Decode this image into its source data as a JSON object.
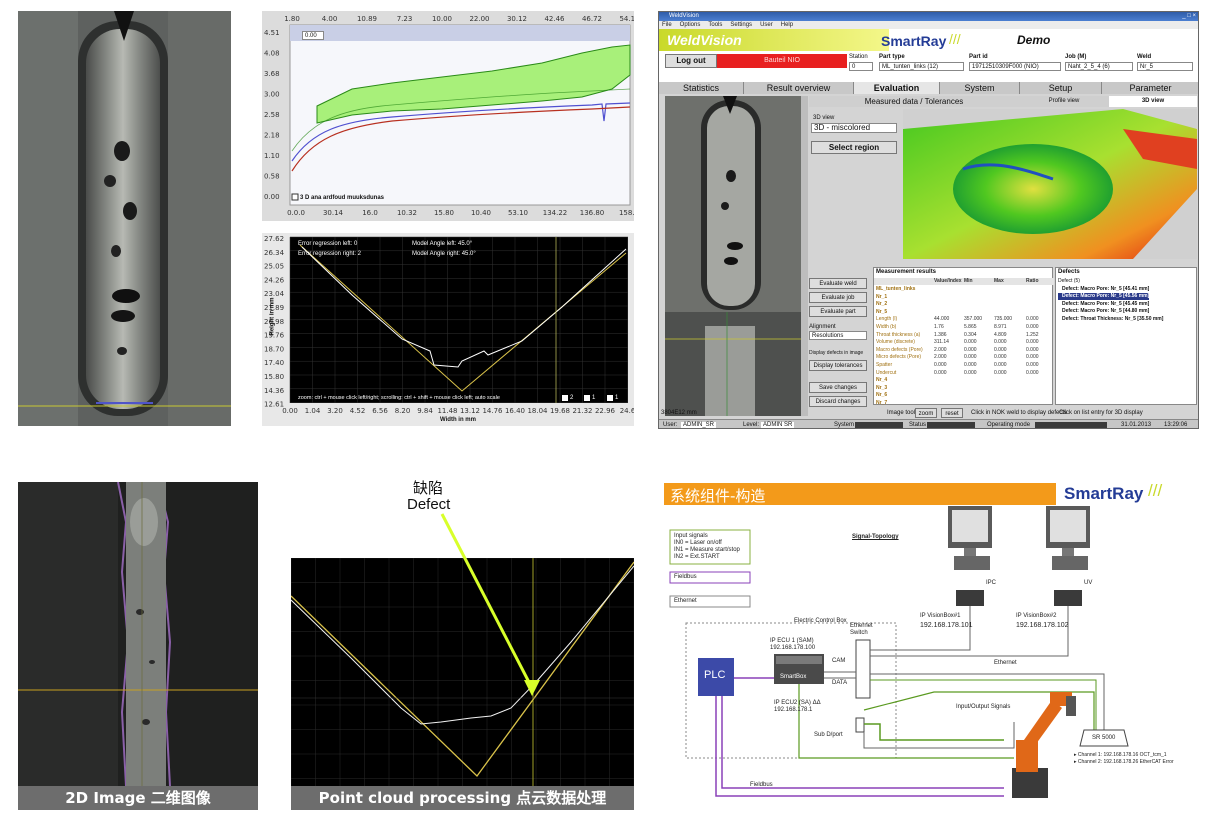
{
  "panel1": {},
  "panel2": {
    "top_ticks": [
      "1.80",
      "4.00",
      "10.89",
      "7.23",
      "10.00",
      "22.00",
      "30.12",
      "42.46",
      "46.72",
      "54.11"
    ],
    "left_ticks": [
      "4.51",
      "4.08",
      "3.68",
      "3.00",
      "2.58",
      "2.18",
      "1.10",
      "0.58",
      "0.00"
    ],
    "bottom_ticks": [
      "0.0.0",
      "30.14",
      "16.0",
      "10.32",
      "15.80",
      "10.40",
      "53.10",
      "134.22",
      "136.80",
      "158.0"
    ],
    "chart_field": "0.00",
    "legend_text": "3 D    ana ardfoud muuksdunas"
  },
  "panel3": {
    "y_ticks": [
      "27.62",
      "26.34",
      "25.05",
      "24.26",
      "23.04",
      "21.89",
      "20.98",
      "19.76",
      "18.70",
      "17.40",
      "15.80",
      "14.36",
      "12.61"
    ],
    "x_ticks": [
      "0.00",
      "1.04",
      "3.20",
      "4.52",
      "6.56",
      "8.20",
      "9.84",
      "11.48",
      "13.12",
      "14.76",
      "16.40",
      "18.04",
      "19.68",
      "21.32",
      "22.96",
      "24.6"
    ],
    "ylabel": "Height in mm",
    "xlabel": "Width in mm",
    "reg_left": "Error regression left: 0",
    "reg_right": "Error regression right: 2",
    "angle_left": "Model Angle left: 45.0°",
    "angle_right": "Model Angle right: 45.0°",
    "help_text": "zoom: ctrl + mouse click left/right; scrolling: ctrl + shift + mouse click left; auto scale",
    "legend": [
      "2",
      "1",
      "1"
    ]
  },
  "panel4": {
    "window_title": "WeldVision",
    "menu": [
      "File",
      "Options",
      "Tools",
      "Settings",
      "User",
      "Help"
    ],
    "brand": "WeldVision",
    "logo": "SmartRay",
    "demo": "Demo",
    "logout": "Log out",
    "status_label": "Bauteil NIO",
    "labels": {
      "station": "Station",
      "part_type": "Part type",
      "part_id": "Part id",
      "job": "Job (M)",
      "weld": "Weld"
    },
    "values": {
      "station": "0",
      "part_type": "ML_tunten_links (12)",
      "part_id": "19712510309F000 (NIO)",
      "job": "Naht_2_5_4 (6)",
      "weld": "Nr_5"
    },
    "tabs": [
      "Statistics",
      "Result overview",
      "Evaluation",
      "System",
      "Setup",
      "Parameter"
    ],
    "subtabs": [
      "Measured data / Tolerances",
      "Profile view",
      "3D view"
    ],
    "view3d_label": "3D view",
    "view3d_select": "3D - miscolored",
    "select_region": "Select region",
    "left_buttons": [
      "Evaluate weld",
      "Evaluate job",
      "Evaluate part"
    ],
    "alignment_label": "Alignment",
    "alignment_value": "Resolutions",
    "display_defects": "Display defects in image",
    "left_buttons2": [
      "Display tolerances",
      "Save changes",
      "Discard changes"
    ],
    "results_title": "Measurement results",
    "results_cols": [
      "",
      "Value/Index",
      "Min",
      "Max",
      "Ratio"
    ],
    "results_rows": [
      [
        "ML_tunten_links",
        "",
        "",
        "",
        ""
      ],
      [
        "Nr_1",
        "",
        "",
        "",
        ""
      ],
      [
        "Nr_2",
        "",
        "",
        "",
        ""
      ],
      [
        "Nr_5",
        "",
        "",
        "",
        ""
      ],
      [
        "Length (l)",
        "44.000",
        "357.000",
        "735.000",
        "0.000"
      ],
      [
        "Width (b)",
        "1.76",
        "5.865",
        "8.971",
        "0.000"
      ],
      [
        "Throat thickness (a)",
        "1.386",
        "0.304",
        "4.809",
        "1.252"
      ],
      [
        "Volume (discrete)",
        "311.14",
        "0.000",
        "0.000",
        "0.000"
      ],
      [
        "Macro defects (Pore)",
        "2.000",
        "0.000",
        "0.000",
        "0.000"
      ],
      [
        "Micro defects (Pore)",
        "2.000",
        "0.000",
        "0.000",
        "0.000"
      ],
      [
        "Spatter",
        "0.000",
        "0.000",
        "0.000",
        "0.000"
      ],
      [
        "Undercut",
        "0.000",
        "0.000",
        "0.000",
        "0.000"
      ],
      [
        "Nr_4",
        "",
        "",
        "",
        ""
      ],
      [
        "Nr_3",
        "",
        "",
        "",
        ""
      ],
      [
        "Nr_6",
        "",
        "",
        "",
        ""
      ],
      [
        "Nr_7",
        "",
        "",
        "",
        ""
      ]
    ],
    "defects_title": "Defects",
    "defects": [
      "Defect (5)",
      "Defect: Macro Pore: Nr_5 [45.41 mm]",
      "Defect: Macro Pore: Nr_5 [45.56 mm]",
      "Defect: Macro Pore: Nr_5 [45.45 mm]",
      "Defect: Macro Pore: Nr_5 [44.80 mm]",
      "Defect: Throat Thickness: Nr_5 [35.50 mm]"
    ],
    "image_tools": "Image tools",
    "zoom": "zoom",
    "reset": "reset",
    "hint1": "Click in NOK weld to display defects",
    "hint2": "Click on list entry for 3D display",
    "coord": "3804E12 mm",
    "status": {
      "user_label": "User:",
      "user": "ADMIN_SR",
      "level_label": "Level:",
      "level": "ADMIN SR",
      "system": "System",
      "status": "Status",
      "mode": "Operating mode",
      "date": "31.01.2013",
      "time": "13:29:06"
    }
  },
  "panel5": {
    "caption": "2D Image 二维图像"
  },
  "panel6": {
    "caption": "Point cloud processing 点云数据处理",
    "defect_cn": "缺陷",
    "defect_en": "Defect"
  },
  "panel7": {
    "banner": "系统组件-构造",
    "logo": "SmartRay",
    "topology": "Signal-Topology",
    "legend_lines": [
      "Input signals",
      "IN0 = Laser on/off",
      "IN1 = Measure start/stop",
      "IN2 = Ext.START"
    ],
    "legend_fieldbus": "Fieldbus",
    "legend_ethernet": "Ethernet",
    "ipc_label": "IPC",
    "ipc_label2": "UV",
    "visionbox1": "IP VisionBox#1",
    "visionbox1_ip": "192.168.178.101",
    "visionbox2": "IP VisionBox#2",
    "visionbox2_ip": "192.168.178.102",
    "cabinet": "Electric Control Box",
    "sam_title": "IP ECU 1 (SAM)",
    "sam_ip": "192.168.178.100",
    "smartbox": "SmartBox",
    "ip_sensor": "IP ECU2 (SA) ΔΔ",
    "ip_sensor2": "192.168.178.1",
    "ethernet_switch": "Ethernet Switch",
    "cam": "CAM",
    "data": "DATA",
    "ethernet_label": "Ethernet",
    "plc": "PLC",
    "io_signals": "Input/Output Signals",
    "sub_d": "Sub D/port",
    "fieldbus": "Fieldbus",
    "sr_box": "SR 5000",
    "channel1": "▸ Channel 1: 192.168.178.16 OCT_tcm_1",
    "channel2": "▸ Channel 2: 192.168.178.26 EtherCAT Error"
  }
}
